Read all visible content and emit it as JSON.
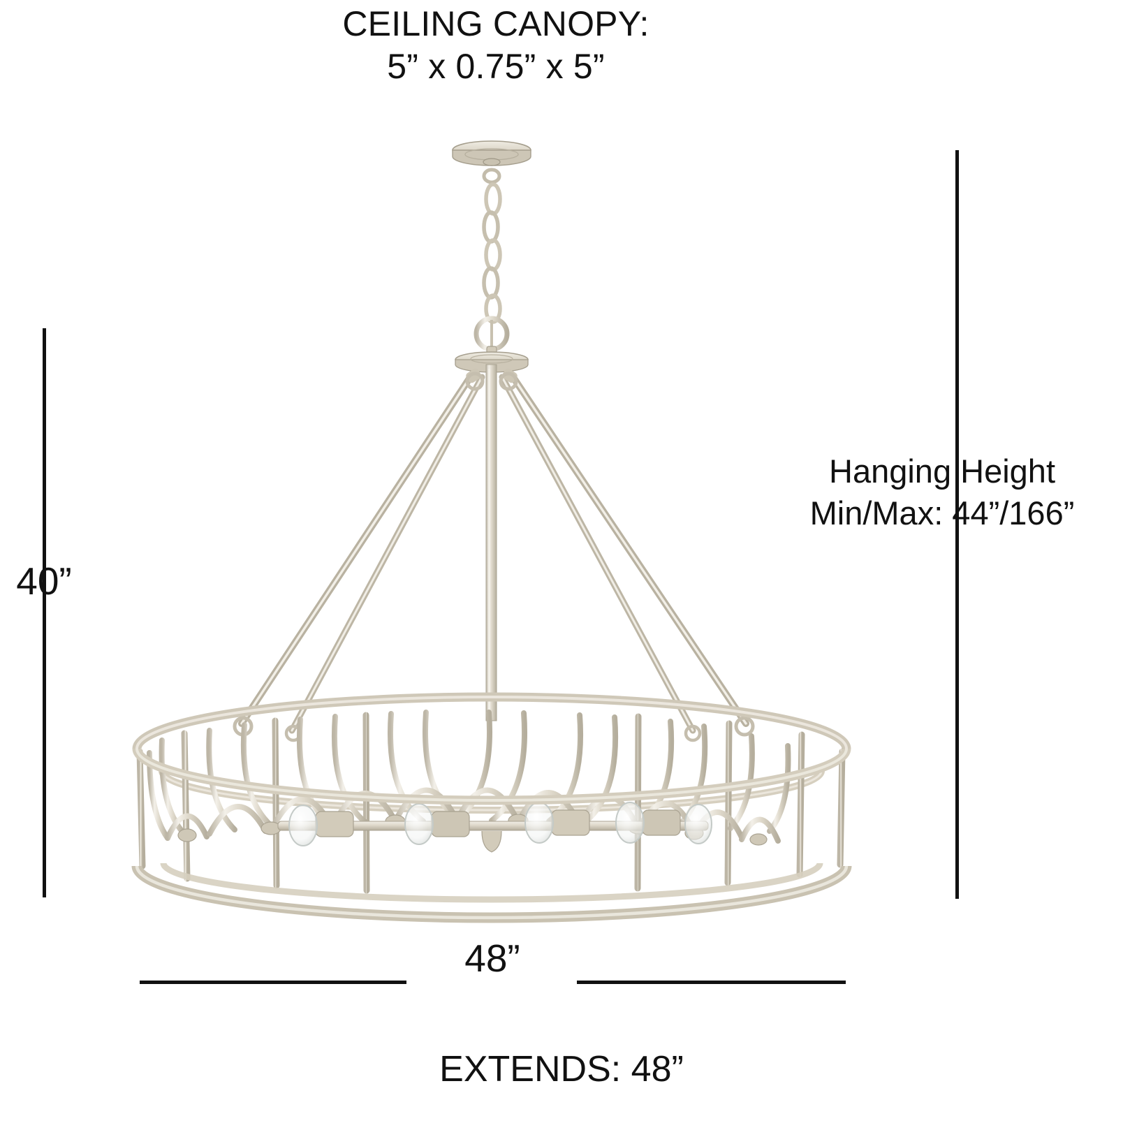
{
  "diagram": {
    "product_type": "ring-chandelier",
    "finish_color": "#d9d3c6",
    "line_color": "#111111",
    "background": "#ffffff"
  },
  "canopy": {
    "title": "CEILING CANOPY:",
    "dimensions": "5” x 0.75” x 5”"
  },
  "hanging_height": {
    "title": "Hanging Height",
    "range": "Min/Max: 44”/166”"
  },
  "dimensions": {
    "height": "40”",
    "width": "48”",
    "extends": "EXTENDS: 48”"
  }
}
